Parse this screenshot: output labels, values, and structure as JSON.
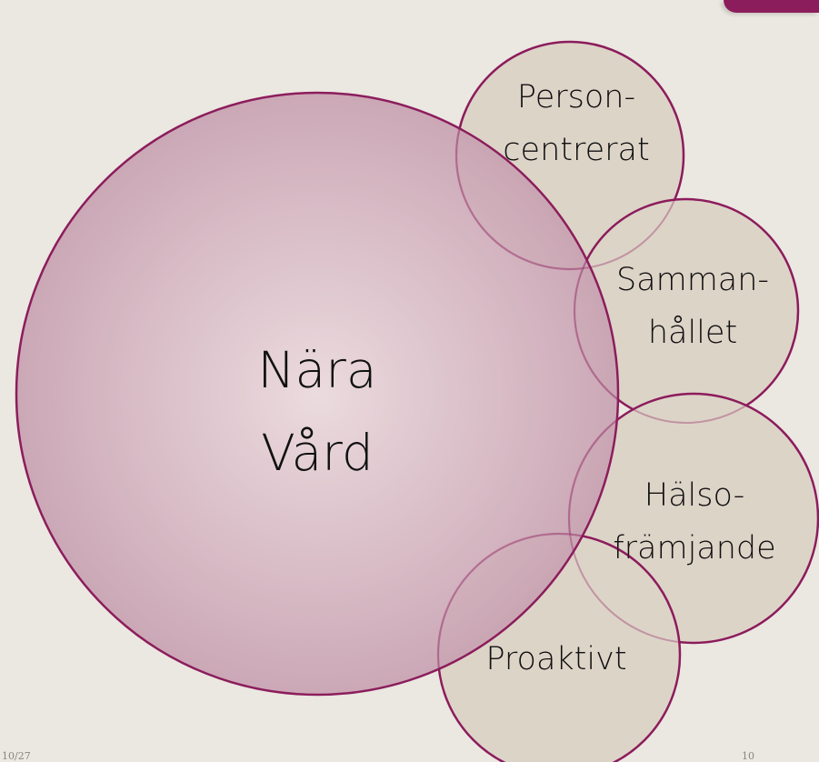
{
  "colors": {
    "background": "#ebe7e1",
    "accent": "#8c1d5c",
    "big_fill_center": "#ebd9de",
    "big_fill_edge": "#c79fb0",
    "small_fill": "#ddd4c8",
    "text": "#111111"
  },
  "center": {
    "line1": "Nära",
    "line2": "Vård"
  },
  "petals": [
    {
      "line1": "Person-",
      "line2": "centrerat"
    },
    {
      "line1": "Samman-",
      "line2": "hållet"
    },
    {
      "line1": "Hälso-",
      "line2": "främjande"
    },
    {
      "line1": "Proaktivt",
      "line2": ""
    }
  ],
  "footer": {
    "date": "10/27",
    "page": "10"
  }
}
